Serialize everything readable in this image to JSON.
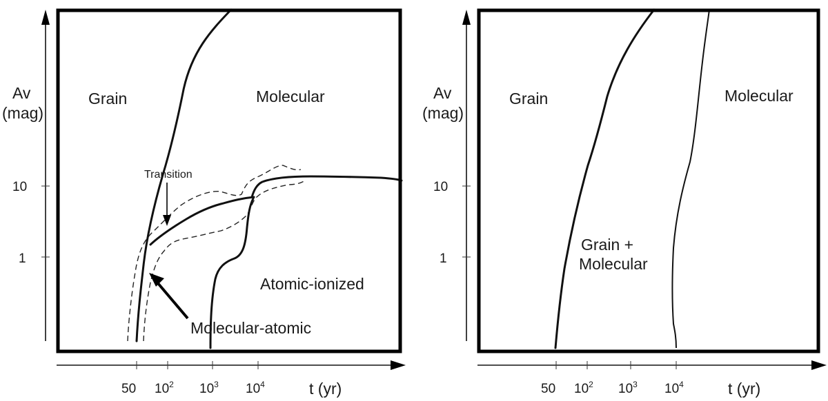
{
  "left_panel": {
    "y_axis": {
      "label_line1": "Av",
      "label_line2": "(mag)",
      "ticks": [
        "10",
        "1"
      ]
    },
    "x_axis": {
      "label": "t (yr)",
      "ticks": [
        {
          "base": "50",
          "exp": ""
        },
        {
          "base": "10",
          "exp": "2"
        },
        {
          "base": "10",
          "exp": "3"
        },
        {
          "base": "10",
          "exp": "4"
        }
      ]
    },
    "regions": {
      "grain": "Grain",
      "molecular": "Molecular",
      "atomic_ionized": "Atomic-ionized",
      "molecular_atomic": "Molecular-atomic",
      "transition": "Transition"
    }
  },
  "right_panel": {
    "y_axis": {
      "label_line1": "Av",
      "label_line2": "(mag)",
      "ticks": [
        "10",
        "1"
      ]
    },
    "x_axis": {
      "label": "t (yr)",
      "ticks": [
        {
          "base": "50",
          "exp": ""
        },
        {
          "base": "10",
          "exp": "2"
        },
        {
          "base": "10",
          "exp": "3"
        },
        {
          "base": "10",
          "exp": "4"
        }
      ]
    },
    "regions": {
      "grain": "Grain",
      "molecular": "Molecular",
      "grain_molecular_line1": "Grain +",
      "grain_molecular_line2": "Molecular"
    }
  }
}
